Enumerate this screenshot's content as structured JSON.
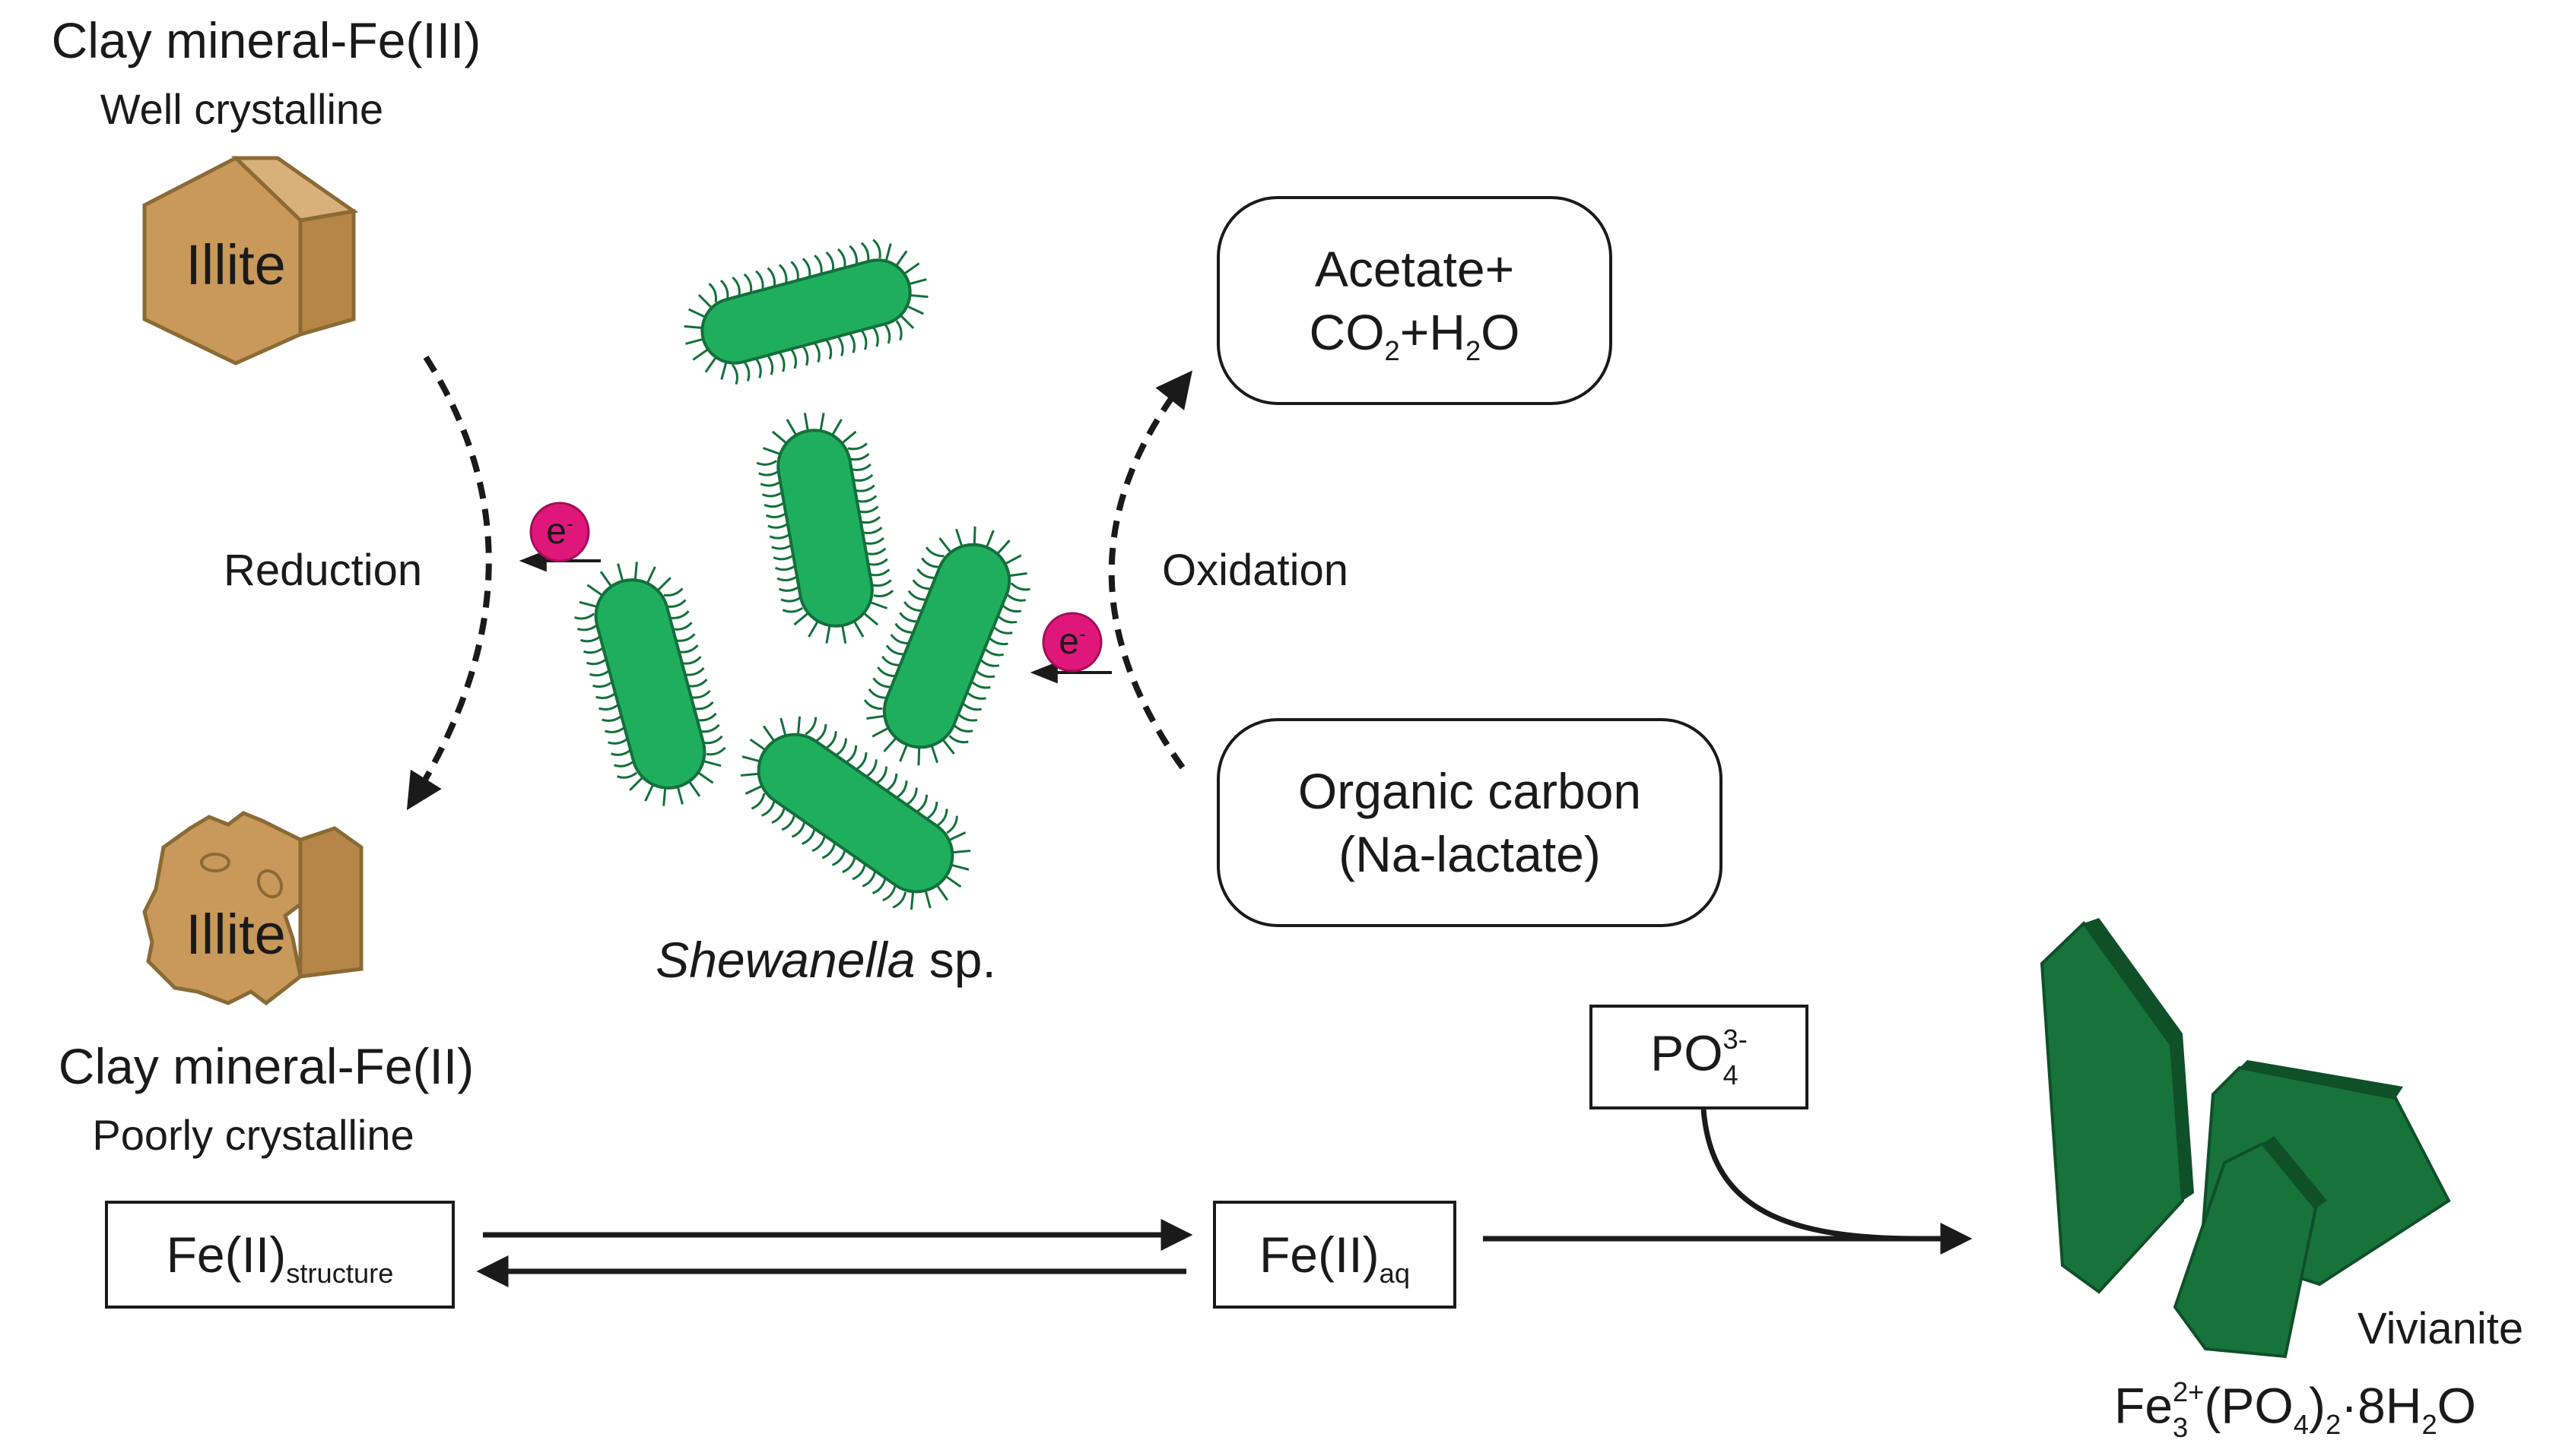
{
  "top_mineral": {
    "title": "Clay mineral-Fe(III)",
    "subtitle": "Well crystalline",
    "crystal_label": "Illite"
  },
  "bottom_mineral": {
    "title": "Clay mineral-Fe(II)",
    "subtitle": "Poorly crystalline",
    "crystal_label": "Illite"
  },
  "bacteria": {
    "genus": "Shewanella",
    "suffix": " sp."
  },
  "processes": {
    "reduction": "Reduction",
    "oxidation": "Oxidation"
  },
  "electron": {
    "symbol": "e",
    "charge": "-"
  },
  "products_box": {
    "line1": "Acetate+",
    "co": "CO",
    "co_sub": "2",
    "plus_h": "+H",
    "h_sub": "2",
    "o": "O"
  },
  "substrate_box": {
    "line1": "Organic carbon",
    "line2": "(Na-lactate)"
  },
  "phosphate": {
    "base": "PO",
    "sub": "4",
    "sup": "3-"
  },
  "fe_structure": {
    "base": "Fe(II)",
    "sub": "structure"
  },
  "fe_aq": {
    "base": "Fe(II)",
    "sub": "aq"
  },
  "vivianite": {
    "name": "Vivianite",
    "fe": "Fe",
    "fe_sub": "3",
    "fe_sup": "2+",
    "po": "(PO",
    "po_sub": "4",
    "po_close": ")",
    "po_close_sub": "2",
    "hydrate": "·8H",
    "h_sub": "2",
    "o": "O"
  },
  "colors": {
    "illite_fill": "#c8995a",
    "illite_stroke": "#8a6a35",
    "bacteria_fill": "#1fae5e",
    "bacteria_stroke": "#13703b",
    "electron": "#e0177a",
    "vivianite_fill": "#17733a",
    "vivianite_edge": "#0f5028"
  }
}
